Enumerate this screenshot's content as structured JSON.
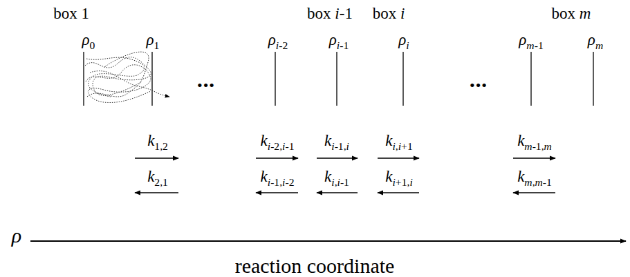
{
  "diagram": {
    "labels": [
      "box 1",
      "box i-1",
      "box i",
      "box m",
      "ρ0",
      "ρ1",
      "ρi-2",
      "ρi-1",
      "ρi",
      "ρm-1",
      "ρm",
      "•••",
      "•••",
      "k1,2",
      "k2,1",
      "ki-2,i-1",
      "ki-1,i-2",
      "ki-1,i",
      "ki,i-1",
      "ki,i+1",
      "ki+1,i",
      "km-1,m",
      "km,m-1",
      "ρ",
      "reaction coordinate"
    ]
  }
}
